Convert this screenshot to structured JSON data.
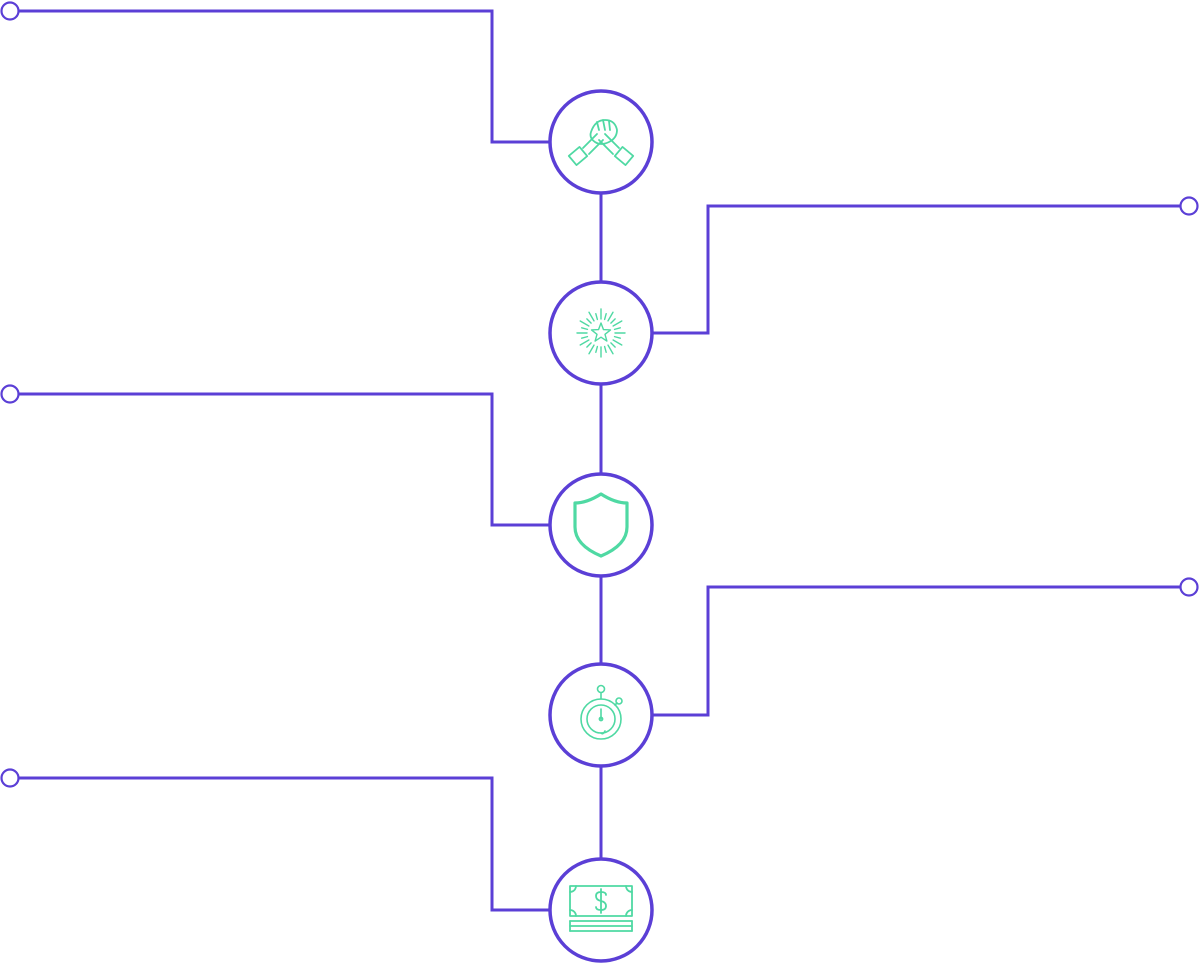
{
  "colors": {
    "connector": "#5b3fd6",
    "node_stroke": "#5b3fd6",
    "node_fill": "#ffffff",
    "icon": "#4fd9a3"
  },
  "nodes": [
    {
      "icon": "handshake-icon",
      "side": "left"
    },
    {
      "icon": "star-burst-icon",
      "side": "right"
    },
    {
      "icon": "shield-icon",
      "side": "left"
    },
    {
      "icon": "stopwatch-icon",
      "side": "right"
    },
    {
      "icon": "money-stack-icon",
      "side": "left"
    }
  ]
}
